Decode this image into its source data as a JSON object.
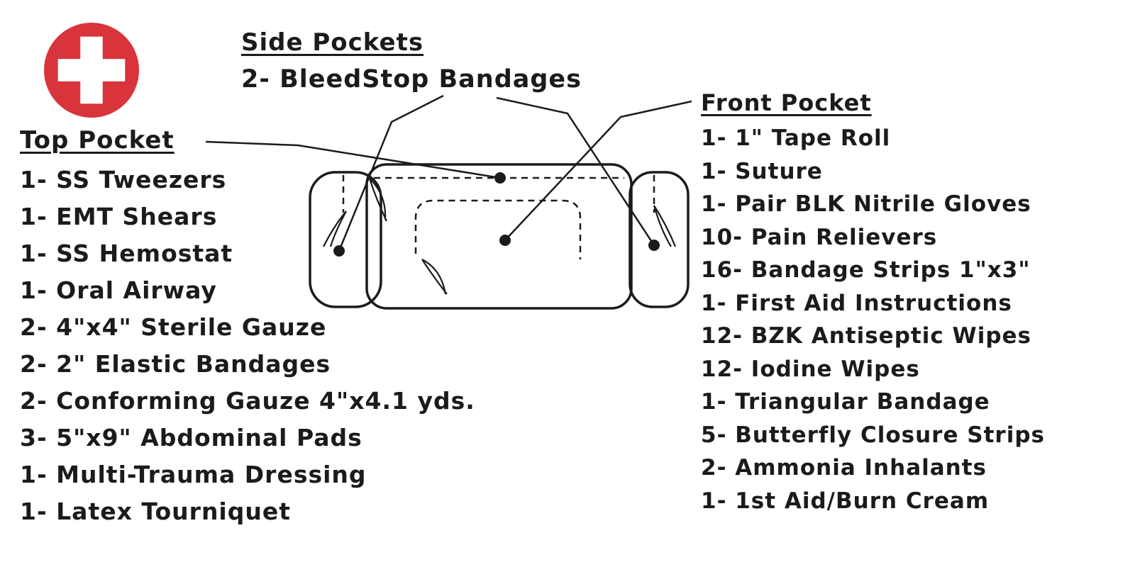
{
  "logo": {
    "icon": "red-cross-icon",
    "circle_color": "#d9343b",
    "cross_color": "#ffffff"
  },
  "side_pockets": {
    "heading": "Side Pockets",
    "items": [
      "2- BleedStop Bandages"
    ]
  },
  "top_pocket": {
    "heading": "Top Pocket",
    "items": [
      "1- SS Tweezers",
      "1- EMT Shears",
      "1- SS Hemostat",
      "1- Oral Airway",
      "2- 4\"x4\" Sterile Gauze",
      "2- 2\" Elastic Bandages",
      "2- Conforming Gauze 4\"x4.1 yds.",
      "3- 5\"x9\" Abdominal Pads",
      "1- Multi-Trauma Dressing",
      "1- Latex Tourniquet"
    ]
  },
  "front_pocket": {
    "heading": "Front Pocket",
    "items": [
      "1- 1\" Tape Roll",
      "1- Suture",
      "1- Pair BLK Nitrile Gloves",
      "10- Pain Relievers",
      "16- Bandage Strips 1\"x3\"",
      "1- First Aid Instructions",
      "12- BZK Antiseptic Wipes",
      "12- Iodine Wipes",
      "1- Triangular Bandage",
      "5- Butterfly Closure Strips",
      "2- Ammonia Inhalants",
      "1- 1st Aid/Burn Cream"
    ]
  },
  "colors": {
    "ink": "#1b1b1b",
    "background": "#ffffff"
  }
}
